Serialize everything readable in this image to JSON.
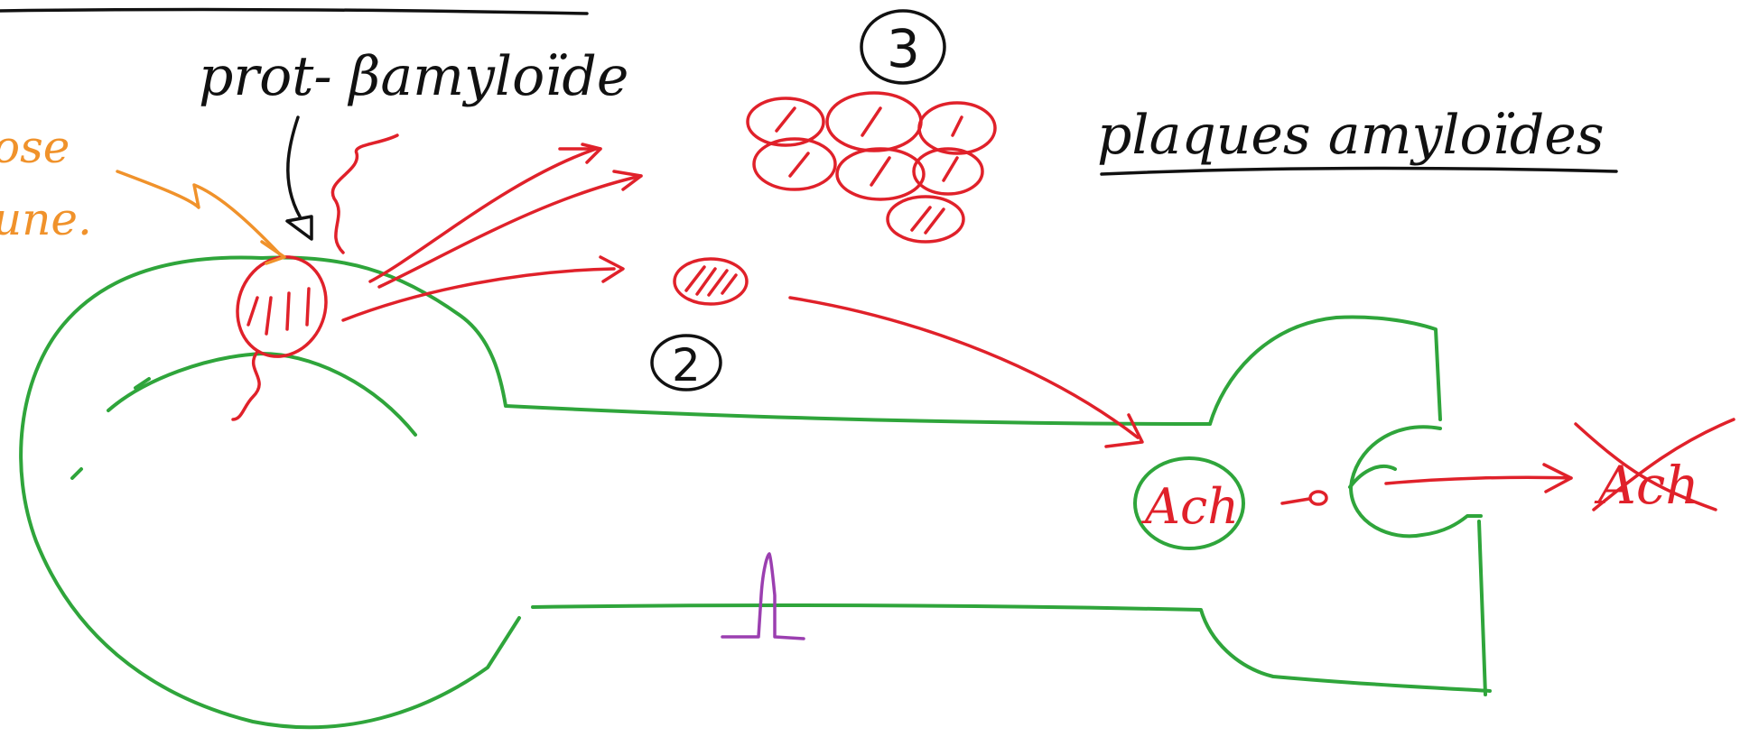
{
  "labels": {
    "prot_label": "prot- βamyloïde",
    "plaques_label": "plaques amyloïdes",
    "num_three": "3",
    "num_two": "2",
    "ach_label": "Ach",
    "crossed_label": "Ach",
    "left_orange_top": "ose",
    "left_orange_bottom": "une."
  },
  "colors": {
    "neuron": "#2fa53b",
    "protein": "#e0212a",
    "annotation": "#111111",
    "enzyme": "#f0922b",
    "spike": "#9b3fb0"
  }
}
